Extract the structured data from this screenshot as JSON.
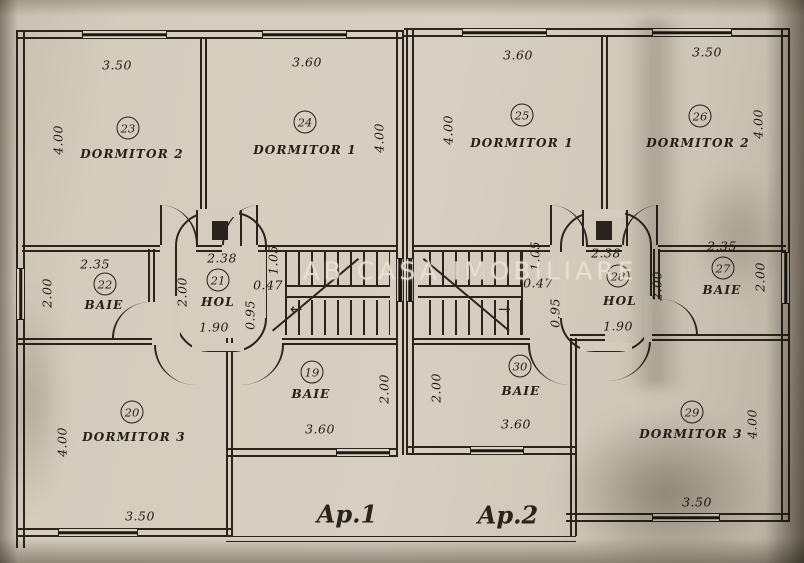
{
  "watermark": {
    "text": "AB CASA IMOBILIARE"
  },
  "apartment_labels": {
    "ap1": "Ap.1",
    "ap2": "Ap.2"
  },
  "rooms": {
    "r19": {
      "number": "19",
      "name": "BAIE",
      "dim_bottom": "3.60",
      "dim_side": "2.00"
    },
    "r20": {
      "number": "20",
      "name": "DORMITOR 3",
      "dim_bottom": "3.50",
      "dim_side": "4.00"
    },
    "r21": {
      "number": "21",
      "name": "HOL",
      "dim_top": "2.38",
      "dim_bottom": "1.90",
      "dim_side": "2.00"
    },
    "r22": {
      "number": "22",
      "name": "BAIE",
      "dim_top": "2.35",
      "dim_side": "2.00"
    },
    "r23": {
      "number": "23",
      "name": "DORMITOR 2",
      "dim_top": "3.50",
      "dim_side": "4.00"
    },
    "r24": {
      "number": "24",
      "name": "DORMITOR 1",
      "dim_top": "3.60",
      "dim_side": "4.00"
    },
    "r25": {
      "number": "25",
      "name": "DORMITOR 1",
      "dim_top": "3.60",
      "dim_side": "4.00"
    },
    "r26": {
      "number": "26",
      "name": "DORMITOR 2",
      "dim_top": "3.50",
      "dim_side": "4.00"
    },
    "r27": {
      "number": "27",
      "name": "BAIE",
      "dim_top": "2.35",
      "dim_side": "2.00"
    },
    "r28": {
      "number": "28",
      "name": "HOL",
      "dim_top": "2.38",
      "dim_bottom": "1.90",
      "dim_side": "2.00"
    },
    "r29": {
      "number": "29",
      "name": "DORMITOR 3",
      "dim_bottom": "3.50",
      "dim_side": "4.00"
    },
    "r30": {
      "number": "30",
      "name": "BAIE",
      "dim_bottom": "3.60",
      "dim_side": "2.00"
    }
  },
  "stairs": {
    "ap1": {
      "flight_up": "1.05",
      "gap": "0.47",
      "flight_down": "0.95"
    },
    "ap2": {
      "flight_up": "1.05",
      "gap": "0.47",
      "flight_down": "0.95"
    }
  },
  "icons": {
    "stair_arrow_ap1": "←",
    "stair_arrow_ap2": "→"
  },
  "colors": {
    "paper": "#d4ccbd",
    "line": "#2a241c",
    "text": "#241e17"
  }
}
